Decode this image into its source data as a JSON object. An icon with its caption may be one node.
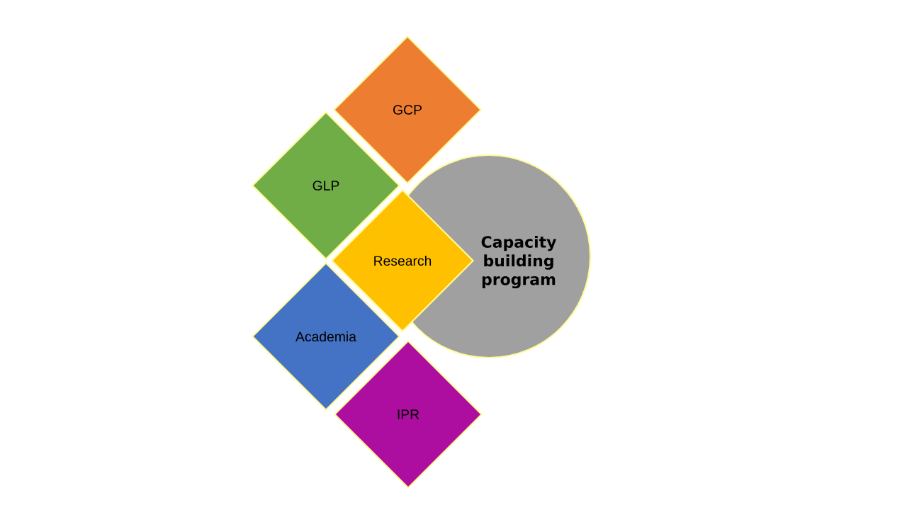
{
  "diagram": {
    "nodes": [
      {
        "text": [
          "GCP"
        ]
      },
      {
        "text": [
          "GLP"
        ]
      },
      {
        "text": [
          "Research"
        ]
      },
      {
        "text": [
          "Capacity building program"
        ]
      },
      {
        "text": [
          "Academia"
        ]
      },
      {
        "text": [
          "IPR"
        ]
      }
    ]
  }
}
